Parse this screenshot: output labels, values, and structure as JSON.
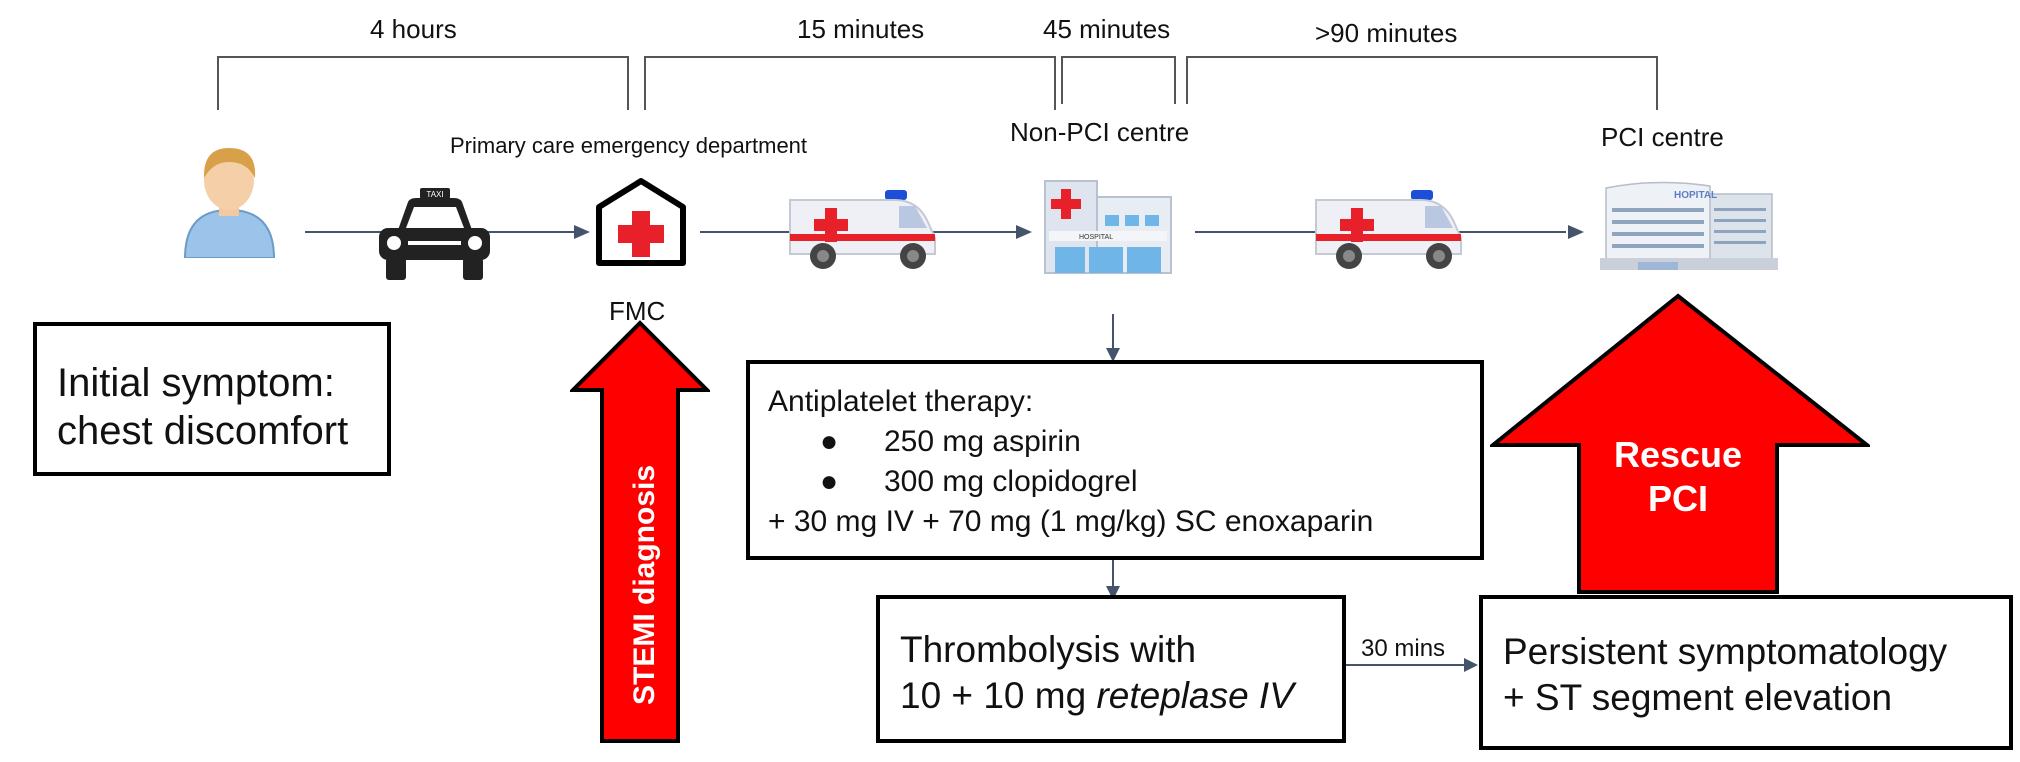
{
  "timeline": {
    "segments": [
      "4 hours",
      "15 minutes",
      "45 minutes",
      ">90 minutes"
    ]
  },
  "locations": {
    "primary_care": "Primary care emergency department",
    "non_pci": "Non-PCI centre",
    "pci": "PCI centre",
    "fmc": "FMC"
  },
  "icons": [
    "patient-icon",
    "taxi-icon",
    "emergency-department-icon",
    "ambulance-icon",
    "hospital-icon",
    "ambulance-icon",
    "large-hospital-icon"
  ],
  "icon_text": {
    "taxi_sign": "TAXI",
    "hospital_sign": "HOSPITAL",
    "big_hospital_sign": "HOPITAL"
  },
  "boxes": {
    "initial": {
      "line1": "Initial symptom:",
      "line2": "chest discomfort"
    },
    "antiplatelet": {
      "title": "Antiplatelet therapy:",
      "items": [
        "250 mg aspirin",
        "300 mg clopidogrel"
      ],
      "extra": "+ 30 mg IV + 70 mg (1 mg/kg) SC enoxaparin"
    },
    "thrombolysis": {
      "line1": "Thrombolysis with",
      "line2_prefix": "10 + 10 mg ",
      "line2_drug": "reteplase IV"
    },
    "persistent": {
      "line1": "Persistent symptomatology",
      "line2": "+ ST segment elevation"
    }
  },
  "arrows": {
    "stemi": "STEMI diagnosis",
    "rescue_line1": "Rescue",
    "rescue_line2": "PCI",
    "interval": "30 mins"
  },
  "colors": {
    "arrow_red": "#ff0000",
    "flow_line": "#44546a",
    "cross_red": "#e8202a"
  }
}
